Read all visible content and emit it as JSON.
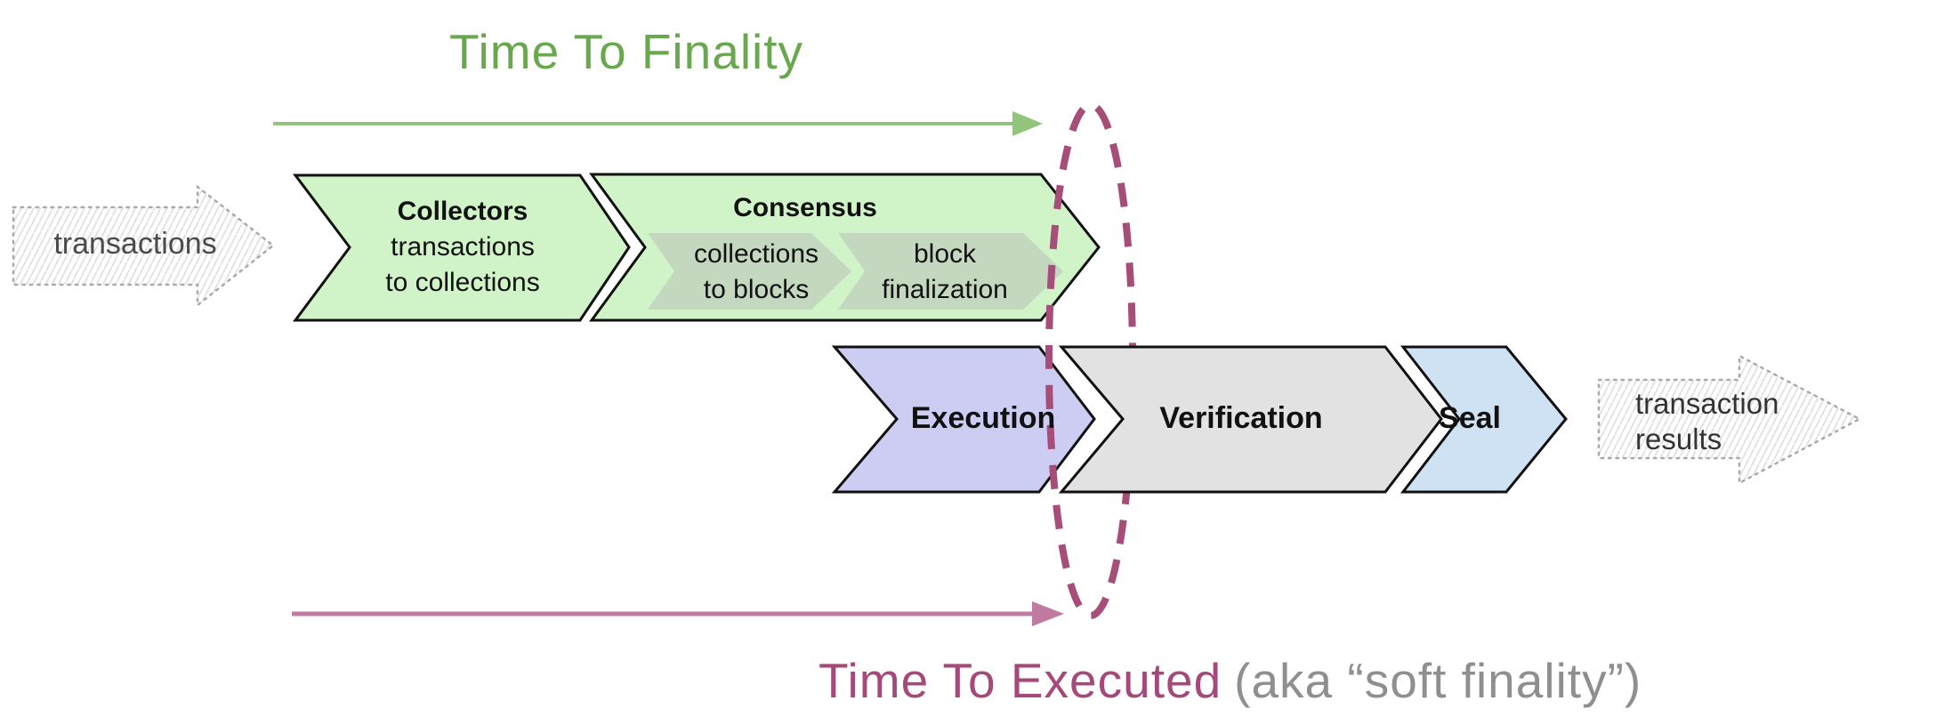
{
  "titles": {
    "time_to_finality": "Time To Finality",
    "time_to_executed": "Time To Executed",
    "time_to_executed_suffix": "(aka “soft finality”)"
  },
  "io": {
    "input_label": "transactions",
    "output_label_line1": "transaction",
    "output_label_line2": "results"
  },
  "pipeline": {
    "collectors": {
      "title": "Collectors",
      "line1": "transactions",
      "line2": "to collections"
    },
    "consensus": {
      "title": "Consensus",
      "sub1_line1": "collections",
      "sub1_line2": "to blocks",
      "sub2_line1": "block",
      "sub2_line2": "finalization"
    },
    "execution": {
      "title": "Execution"
    },
    "verification": {
      "title": "Verification"
    },
    "seal": {
      "title": "Seal"
    }
  },
  "colors": {
    "title_green": "#6aa84f",
    "arrow_green": "#93c47d",
    "chevron_green": "#d0f4c8",
    "consensus_sub": "#c3d8be",
    "execution_purple": "#cdccf3",
    "verification_gray": "#e2e2e2",
    "seal_blue": "#cfe2f4",
    "ellipse_maroon": "#a64d79",
    "arrow_pink": "#c27ba0",
    "executed_maroon": "#a5487a",
    "soft_gray": "#8f8f8f",
    "sketch_gray": "#aaaaaa",
    "label_dark": "#4a4a4a",
    "outline_black": "#111111"
  }
}
